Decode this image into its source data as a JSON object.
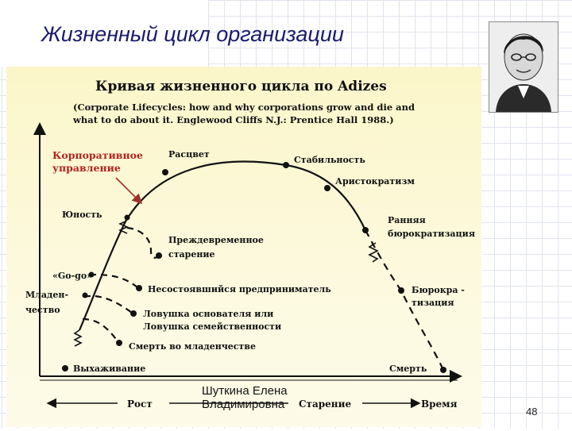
{
  "slide": {
    "title": "Жизненный цикл организации",
    "author": "Шуткина Елена Владимировна",
    "page_number": "48"
  },
  "figure": {
    "heading": "Кривая жизненного цикла по  Adizes",
    "source_line1": "(Corporate Lifecycles: how and why corporations grow and die and",
    "source_line2": "what to do about it. Englewood Cliffs N.J.: Prentice Hall  1988.)",
    "callout": [
      "Корпоративное",
      "управление"
    ],
    "stages": {
      "rascvet": "Расцвет",
      "stabilnost": "Стабильность",
      "aristokratizm": "Аристократизм",
      "rannyaya": [
        "Ранняя",
        "бюрократизация"
      ],
      "byurokratizaciya": [
        "Бюрокра -",
        "тизация"
      ],
      "smert": "Смерть",
      "yunost": "Юность",
      "prezhdevremennoe": [
        "Преждевременное",
        "старение"
      ],
      "gogo": "«Go-go»",
      "mladenchestvo": [
        "Младен-",
        "чество"
      ],
      "nesostoyavshiysya": "Несостоявшийся предприниматель",
      "lovushka": [
        "Ловушка основателя или",
        "Ловушка семейственности"
      ],
      "smert_mladenchestvo": "Смерть во  младенчестве",
      "vykhazhivanie": "Выхаживание"
    },
    "axis": {
      "rost": "Рост",
      "starenie": "Старение",
      "vremya": "Время"
    }
  },
  "colors": {
    "title": "#1a1a6e",
    "callout": "#b22222",
    "arrow": "#a0302a",
    "figure_bg": "#fbf6c9"
  }
}
